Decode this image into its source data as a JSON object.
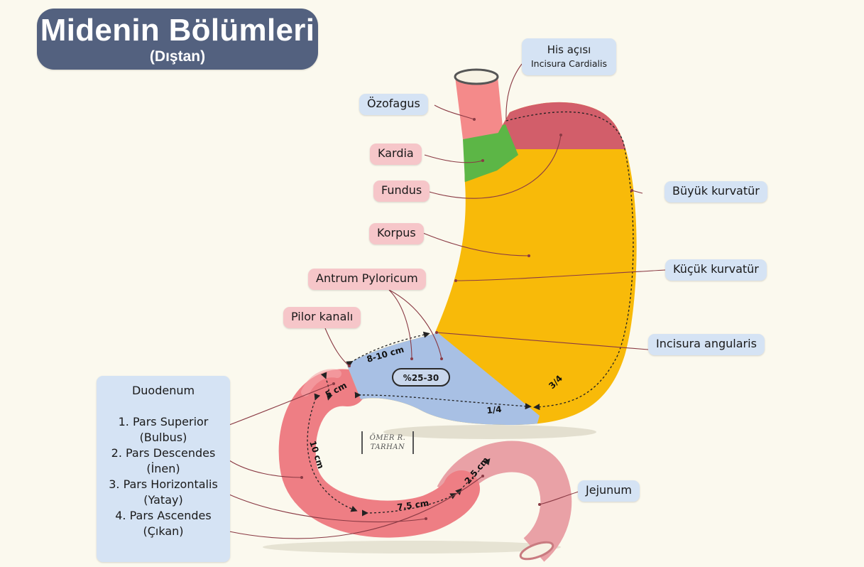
{
  "title": "Midenin Bölümleri",
  "subtitle": "(Dıştan)",
  "labels": {
    "his_title": "His açısı",
    "his_sub": "Incisura Cardialis",
    "ozofagus": "Özofagus",
    "kardia": "Kardia",
    "fundus": "Fundus",
    "korpus": "Korpus",
    "antrum": "Antrum Pyloricum",
    "pilor": "Pilor kanalı",
    "buyuk": "Büyük kurvatür",
    "kucuk": "Küçük kurvatür",
    "incisura": "Incisura angularis",
    "jejunum": "Jejunum"
  },
  "duodenum": {
    "title": "Duodenum",
    "parts": [
      "1. Pars Superior",
      "(Bulbus)",
      "2. Pars Descendes",
      "(İnen)",
      "3. Pars Horizontalis",
      "(Yatay)",
      "4. Pars Ascendes",
      "(Çıkan)"
    ]
  },
  "measurements": {
    "antrum_length": "8-10 cm",
    "percent": "%25-30",
    "bulbus": "5 cm",
    "descending": "10 cm",
    "horizontal": "7.5 cm",
    "ascending": "2.5 cm",
    "lesser_fraction": "1/4",
    "greater_fraction": "3/4"
  },
  "signature": [
    "ÖMER R.",
    "TARHAN"
  ],
  "colors": {
    "title_bg": "#53617f",
    "esophagus": "#f48a8a",
    "cardia": "#5cb646",
    "fundus": "#d25e6a",
    "corpus": "#f8ba09",
    "antrum": "#a8c0e4",
    "duodenum": "#ee7e84",
    "jejunum": "#e9a1a6",
    "label_blue": "#d5e3f4",
    "label_pink": "#f6c6c9"
  }
}
